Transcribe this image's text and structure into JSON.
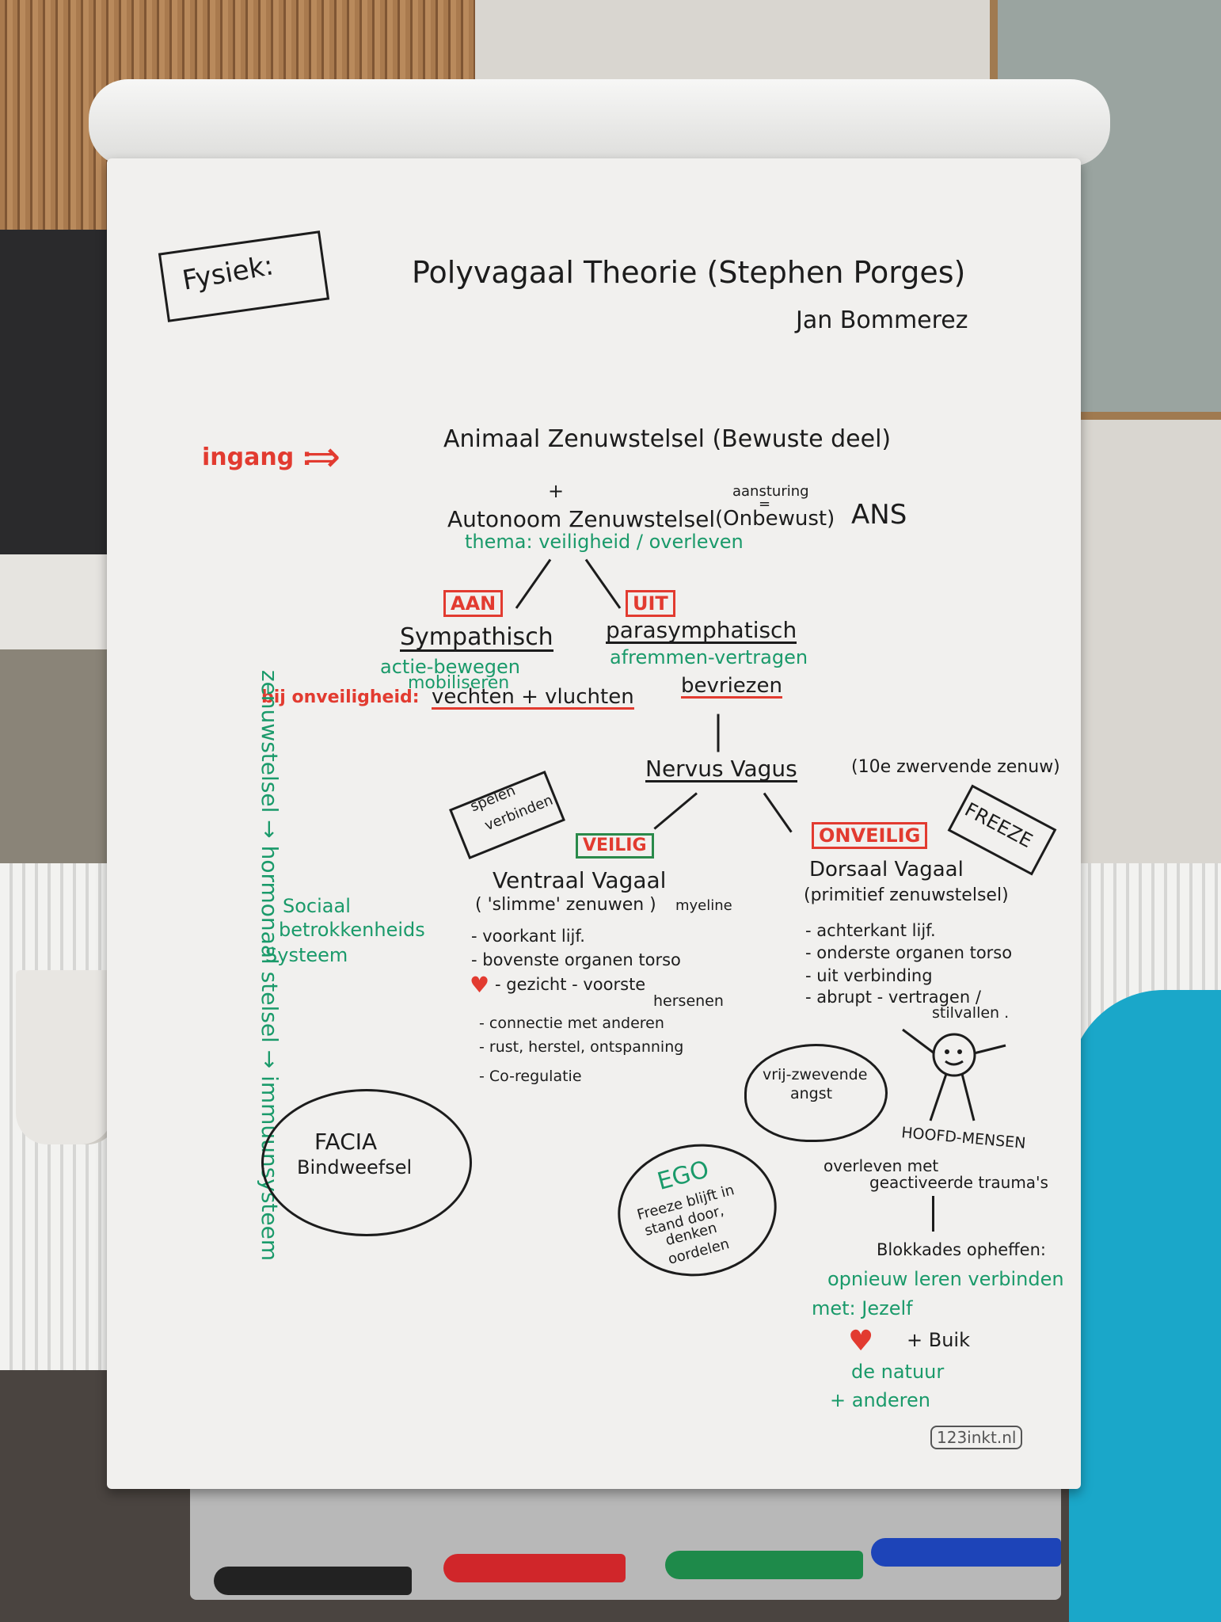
{
  "header": {
    "fysiek": "Fysiek:",
    "title": "Polyvagaal Theorie (Stephen Porges)",
    "author": "Jan Bommerez"
  },
  "top": {
    "ingang": "ingang :",
    "ingang_arrow": "⇒",
    "animaal": "Animaal Zenuwstelsel (Bewuste deel)",
    "plus": "+",
    "autonoom": "Autonoom Zenuwstelsel",
    "aansturing": "aansturing",
    "equals": "=",
    "onbewust": "(Onbewust)",
    "ans": "ANS",
    "thema": "thema: veiligheid / overleven"
  },
  "branches": {
    "aan_tag": "AAN",
    "uit_tag": "UIT",
    "sympathisch": "Sympathisch",
    "parasympathisch": "parasymphatisch",
    "actie": "actie-bewegen",
    "mobiliseren": "mobiliseren",
    "afremmen": "afremmen-vertragen",
    "bij_onveiligheid": "bij onveiligheid:",
    "vechten": "vechten + vluchten",
    "bevriezen": "bevriezen"
  },
  "vagus": {
    "title": "Nervus Vagus",
    "note": "(10e zwervende zenuw)",
    "spelen": "spelen",
    "verbinden": "verbinden",
    "veilig_tag": "VEILIG",
    "onveilig_tag": "ONVEILIG",
    "freeze": "FREEZE"
  },
  "ventraal": {
    "title": "Ventraal Vagaal",
    "sub": "( 'slimme' zenuwen )",
    "myeline": "myeline",
    "items": [
      "- voorkant lijf.",
      "- bovenste organen torso",
      "- gezicht - voorste",
      "hersenen",
      "- connectie met anderen",
      "- rust, herstel, ontspanning",
      "- Co-regulatie"
    ]
  },
  "dorsaal": {
    "title": "Dorsaal Vagaal",
    "sub": "(primitief zenuwstelsel)",
    "items": [
      "- achterkant lijf.",
      "- onderste organen torso",
      "- uit verbinding",
      "- abrupt - vertragen /",
      "stilvallen ."
    ]
  },
  "left": {
    "sociaal": [
      "Sociaal",
      "betrokkenheids",
      "Systeem"
    ],
    "vertical": "zenuwstelsel → hormonaal stelsel → immuunsysteem"
  },
  "bottom": {
    "facia": "FACIA",
    "bindweefsel": "Bindweefsel",
    "ego": "EGO",
    "ego_text": [
      "Freeze blijft in",
      "stand door,",
      "denken",
      "oordelen"
    ],
    "angst": [
      "vrij-zwevende",
      "angst"
    ],
    "hoofd": "HOOFD-MENSEN",
    "overleven": "overleven met",
    "traumas": "geactiveerde trauma's",
    "blokkades": "Blokkades opheffen:",
    "opnieuw": "opnieuw leren verbinden",
    "met": "met: Jezelf",
    "buik": "+ Buik",
    "natuur": "de natuur",
    "anderen": "+ anderen",
    "brand": "123inkt.nl"
  },
  "colors": {
    "ink_black": "#1c1c1c",
    "ink_red": "#e23b30",
    "ink_green": "#1a9a6a",
    "paper": "#f1f0ee"
  }
}
